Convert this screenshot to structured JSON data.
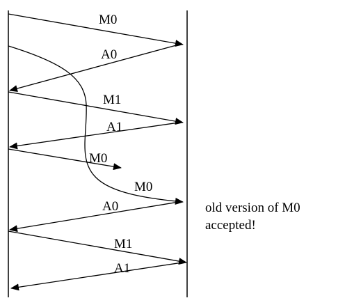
{
  "diagram": {
    "labels": {
      "m0_first": "M0",
      "a0_first": "A0",
      "m1_first": "M1",
      "a1_first": "A1",
      "m0_retransmit": "M0",
      "m0_delayed": "M0",
      "a0_second": "A0",
      "m1_second": "M1",
      "a1_second": "A1"
    },
    "note": {
      "line1": "old version of M0",
      "line2": "accepted!"
    }
  },
  "colors": {
    "ink": "#000000",
    "background": "#ffffff"
  }
}
